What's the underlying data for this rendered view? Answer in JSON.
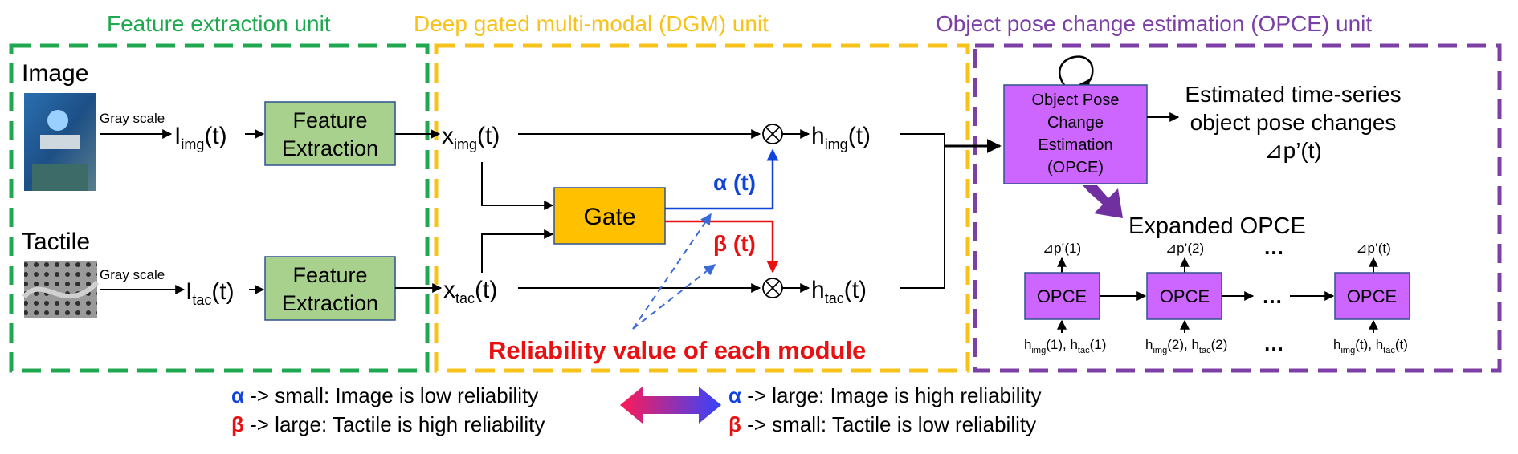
{
  "sections": {
    "feature": "Feature extraction unit",
    "dgm": "Deep gated multi-modal (DGM) unit",
    "opce": "Object pose change estimation (OPCE) unit"
  },
  "colors": {
    "green": "#1fa84f",
    "yellow": "#f7c31a",
    "purple": "#7b3fa6",
    "blue": "#1144dd",
    "red": "#e81010",
    "box_green": "#a9d18e",
    "box_gate": "#ffc000",
    "box_purple": "#cc66ff"
  },
  "inputs": {
    "image_label": "Image",
    "tactile_label": "Tactile",
    "gray_scale": "Gray scale",
    "i_img_main": "I",
    "i_img_sub": "img",
    "i_tac_main": "I",
    "i_tac_sub": "tac",
    "arg_t": "(t)"
  },
  "feature_box": {
    "line1": "Feature",
    "line2": "Extraction"
  },
  "dgm": {
    "x_main": "x",
    "h_main": "h",
    "img_sub": "img",
    "tac_sub": "tac",
    "gate": "Gate",
    "alpha": "α (t)",
    "beta": "β (t)",
    "reliability": "Reliability value of each module"
  },
  "opce": {
    "box_lines": [
      "Object Pose",
      "Change",
      "Estimation",
      "(OPCE)"
    ],
    "output_lines": [
      "Estimated time-series",
      "object pose changes",
      "⊿p’(t)"
    ],
    "expanded": "Expanded OPCE",
    "cell_label": "OPCE",
    "dp": [
      "⊿p’(1)",
      "⊿p’(2)",
      "⊿p’(t)"
    ],
    "inputs_arg": [
      "(1)",
      "(2)",
      "(t)"
    ],
    "ellipsis": "…"
  },
  "legend": {
    "left": [
      {
        "sym": "α",
        "text": " -> small: Image is low reliability"
      },
      {
        "sym": "β",
        "text": " -> large: Tactile is high reliability"
      }
    ],
    "right": [
      {
        "sym": "α",
        "text": " -> large: Image is high reliability"
      },
      {
        "sym": "β",
        "text": " -> small: Tactile is low reliability"
      }
    ]
  }
}
